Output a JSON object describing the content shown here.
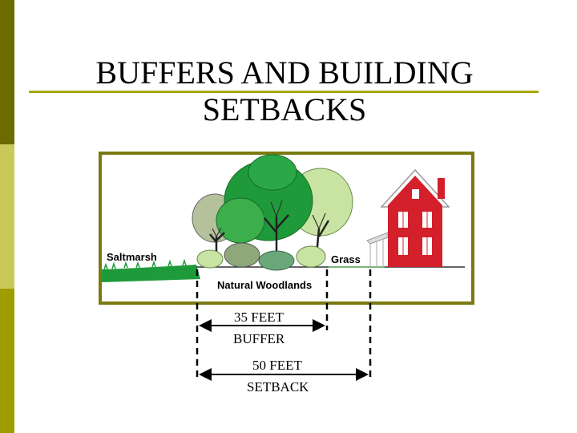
{
  "slide": {
    "title_line1": "BUFFERS AND BUILDING",
    "title_line2": "SETBACKS",
    "colors": {
      "sidebar_dark": "#6b6b00",
      "sidebar_mid": "#c9c95a",
      "sidebar_light": "#9e9e00",
      "rule": "#a8a800",
      "frame": "#7a7a10",
      "house_red": "#d4202a"
    }
  },
  "diagram": {
    "labels": {
      "saltmarsh": "Saltmarsh",
      "grass": "Grass",
      "natural_woodlands": "Natural Woodlands"
    },
    "buffer": {
      "value": "35 FEET",
      "label": "BUFFER"
    },
    "setback": {
      "value": "50 FEET",
      "label": "SETBACK"
    }
  }
}
